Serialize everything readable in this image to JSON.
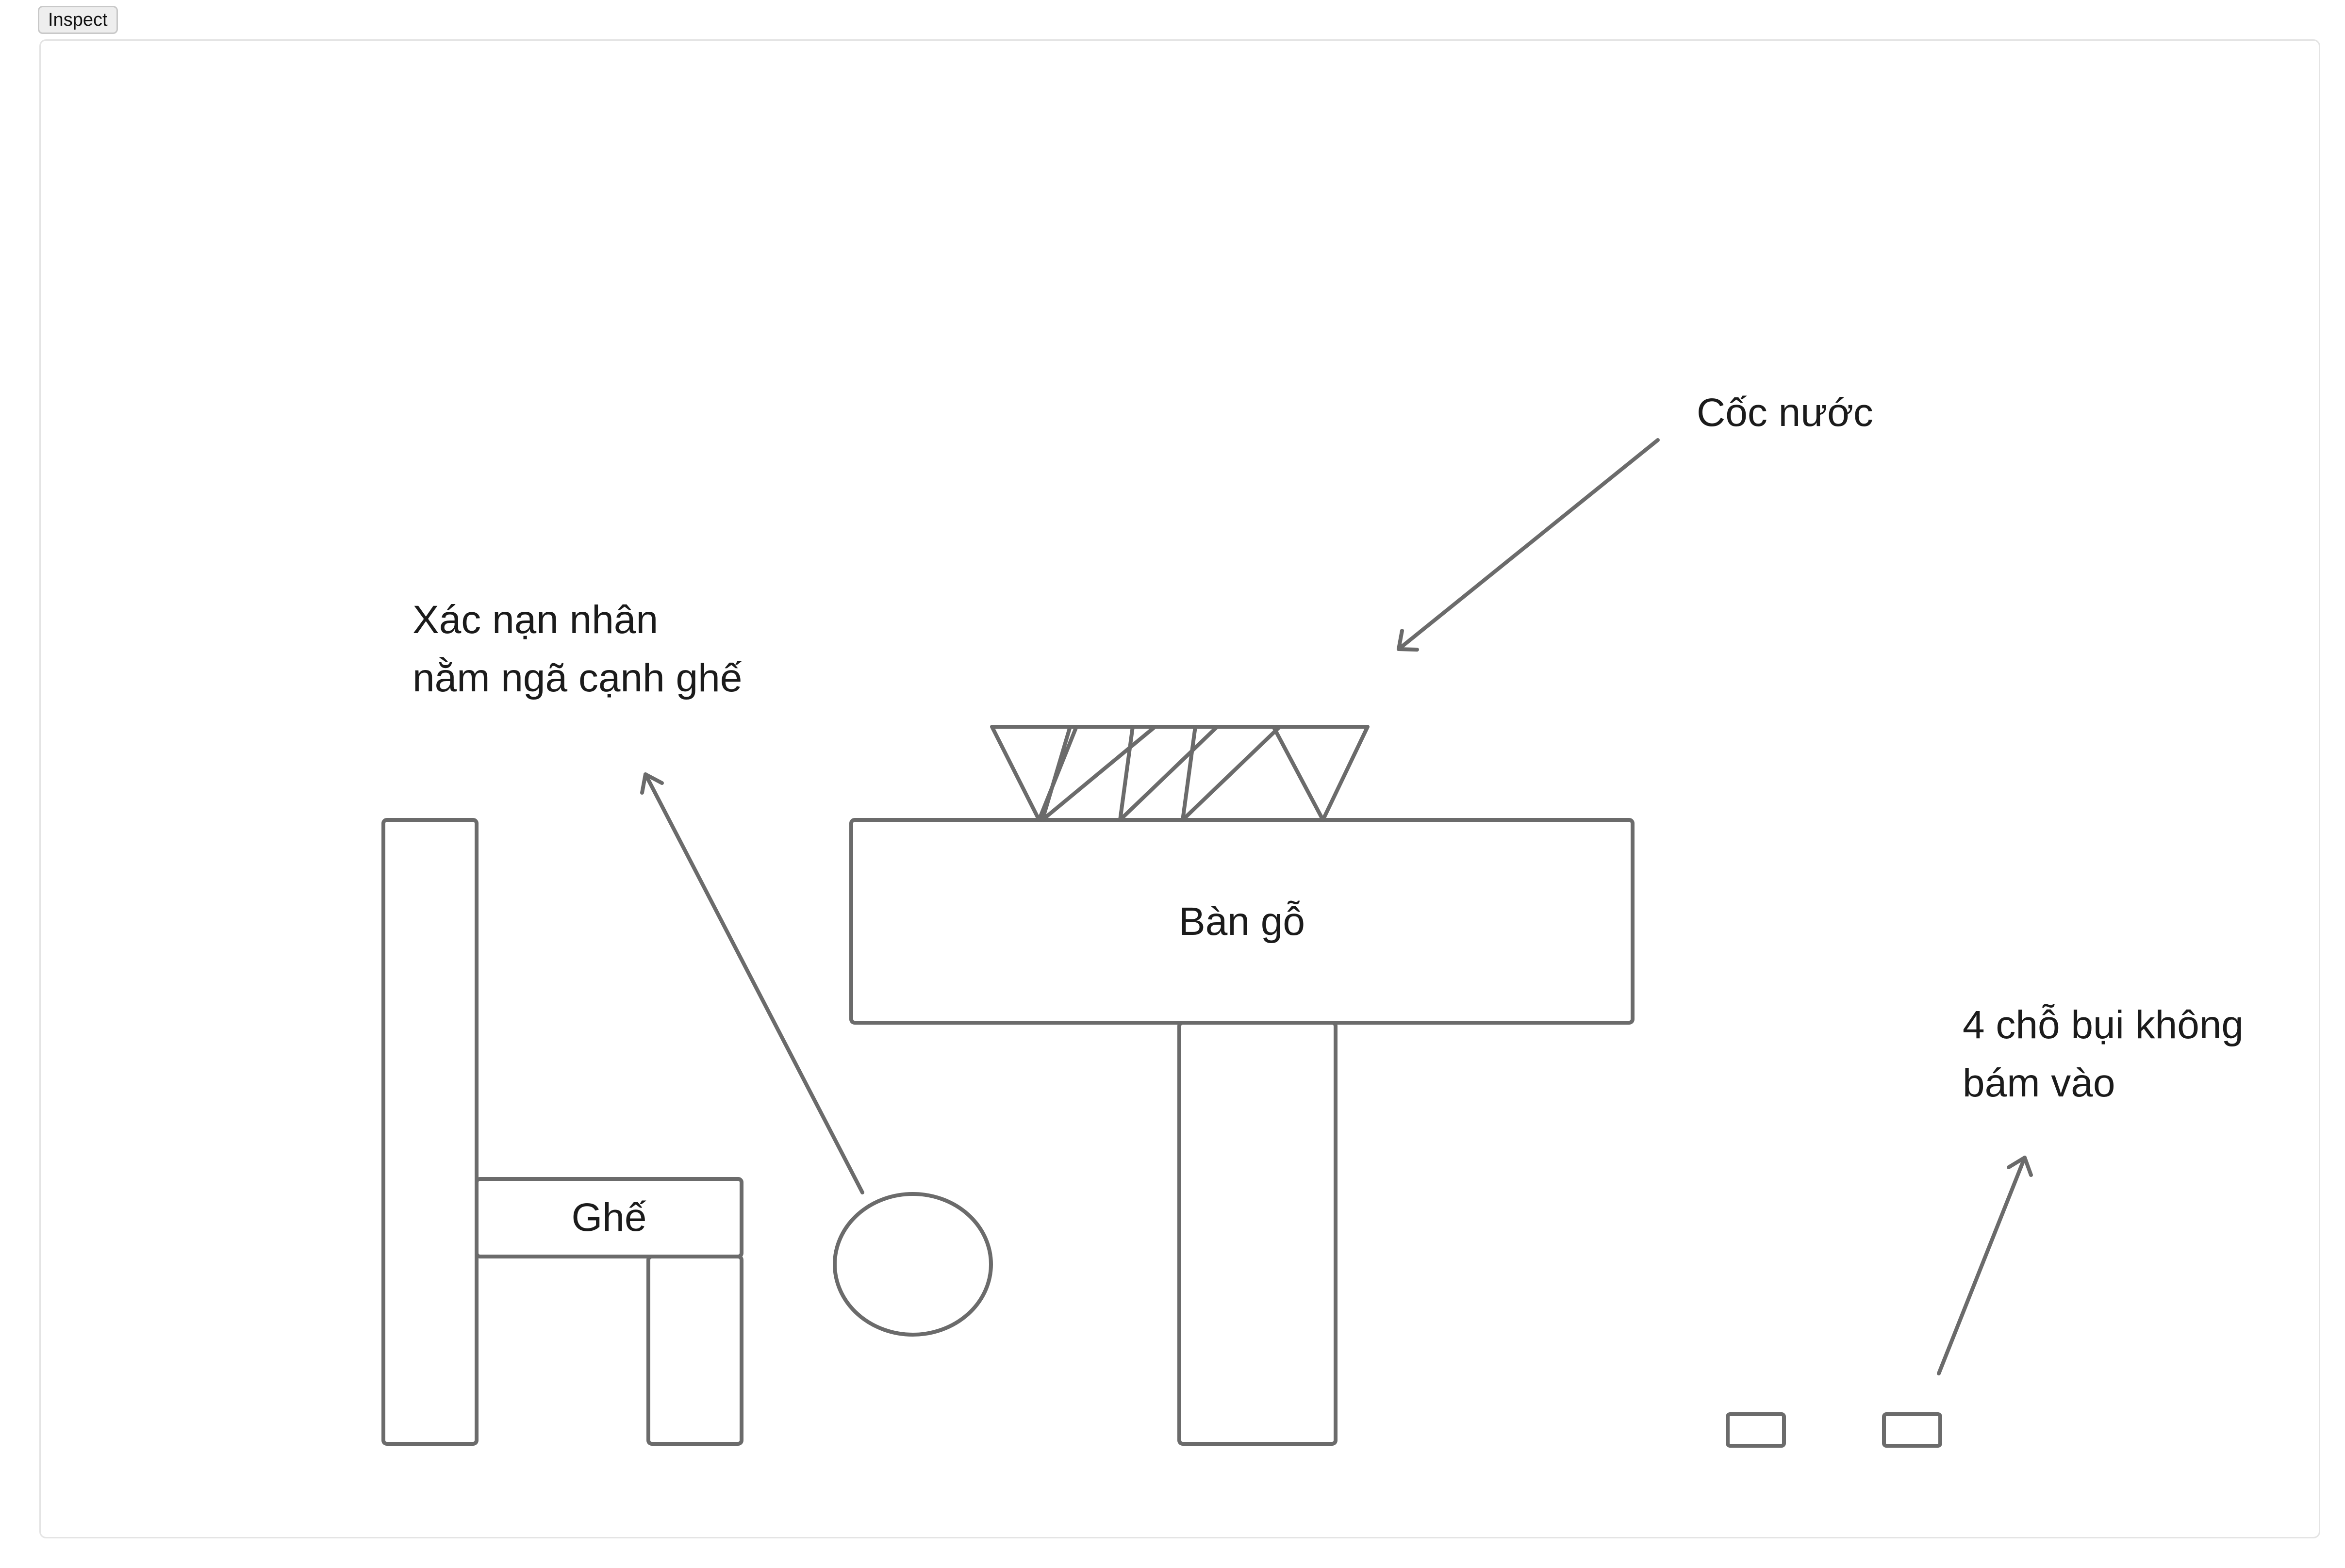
{
  "toolbar": {
    "inspect_label": "Inspect"
  },
  "diagram": {
    "table_label": "Bàn gỗ",
    "chair_label": "Ghế",
    "cups_label": "Cốc nước",
    "victim_label_lines": [
      "Xác nạn nhân",
      "nằm ngã cạnh ghế"
    ],
    "dust_label_lines": [
      "4 chỗ bụi không",
      "bám vào"
    ]
  },
  "colors": {
    "stroke": "#6b6b6b",
    "text": "#1b1b1b"
  }
}
